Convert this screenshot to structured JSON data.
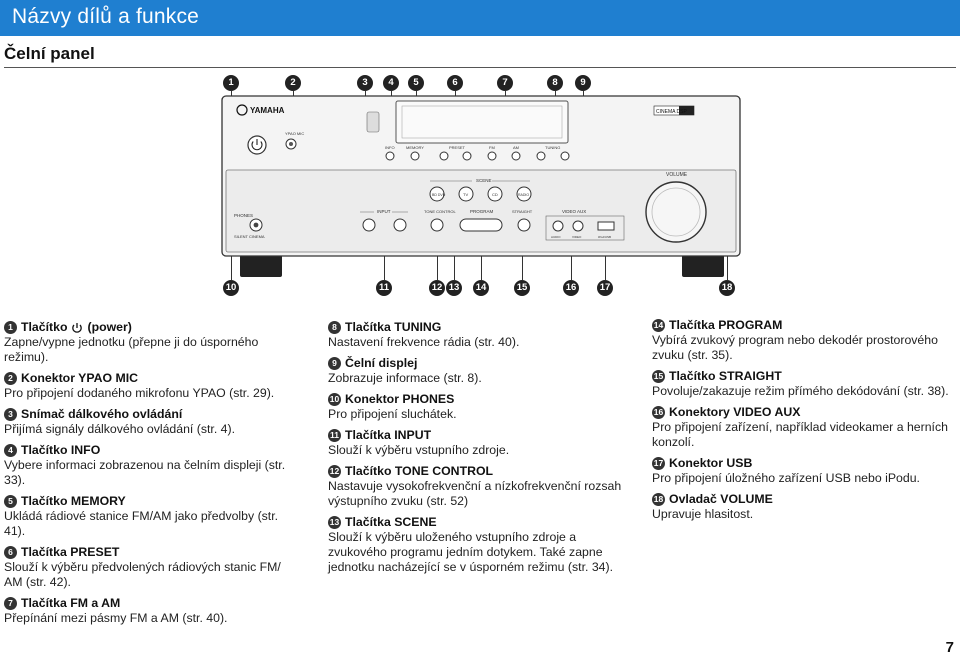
{
  "header": {
    "title": "Názvy dílů a funkce"
  },
  "section": {
    "title": "Čelní panel"
  },
  "callouts_top": [
    "1",
    "2",
    "3",
    "4",
    "5",
    "6",
    "7",
    "8",
    "9"
  ],
  "callouts_bottom": [
    "10",
    "11",
    "12",
    "13",
    "14",
    "15",
    "16",
    "17",
    "18"
  ],
  "panel_labels": {
    "brand": "YAMAHA",
    "ypao": "YPAO MIC",
    "info": "INFO",
    "memory": "MEMORY",
    "preset": "PRESET",
    "fm": "FM",
    "am": "AM",
    "tuning": "TUNING",
    "scene": "SCENE",
    "scene_bd": "BD DVD",
    "scene_tv": "TV",
    "scene_cd": "CD",
    "scene_radio": "RADIO",
    "volume": "VOLUME",
    "phones": "PHONES",
    "silent": "SILENT CINEMA",
    "input": "INPUT",
    "tone": "TONE CONTROL",
    "program": "PROGRAM",
    "straight": "STRAIGHT",
    "video_aux": "VIDEO AUX",
    "audio": "AUDIO",
    "video": "VIDEO",
    "usb": "iPod/USB",
    "cinema_dsp": "CINEMA DSP"
  },
  "columns": {
    "left": [
      {
        "num": "1",
        "title": "Tlačítko",
        "title_suffix": "(power)",
        "body": "Zapne/vypne jednotku (přepne ji do úsporného režimu).",
        "power": true
      },
      {
        "num": "2",
        "title": "Konektor YPAO MIC",
        "body": "Pro připojení dodaného mikrofonu YPAO (str. 29)."
      },
      {
        "num": "3",
        "title": "Snímač dálkového ovládání",
        "body": "Přijímá signály dálkového ovládání (str. 4)."
      },
      {
        "num": "4",
        "title": "Tlačítko INFO",
        "body": "Vybere informaci zobrazenou na čelním displeji (str. 33)."
      },
      {
        "num": "5",
        "title": "Tlačítko MEMORY",
        "body": "Ukládá rádiové stanice FM/AM jako předvolby (str. 41)."
      },
      {
        "num": "6",
        "title": "Tlačítka PRESET",
        "body": "Slouží k výběru předvolených rádiových stanic FM/ AM (str. 42)."
      },
      {
        "num": "7",
        "title": "Tlačítka FM a AM",
        "body": "Přepínání mezi pásmy FM a AM (str. 40)."
      }
    ],
    "middle": [
      {
        "num": "8",
        "title": "Tlačítka TUNING",
        "body": "Nastavení frekvence rádia (str. 40)."
      },
      {
        "num": "9",
        "title": "Čelní displej",
        "body": "Zobrazuje informace (str. 8)."
      },
      {
        "num": "10",
        "title": "Konektor PHONES",
        "body": "Pro připojení sluchátek."
      },
      {
        "num": "11",
        "title": "Tlačítka INPUT",
        "body": "Slouží k výběru vstupního zdroje."
      },
      {
        "num": "12",
        "title": "Tlačítko TONE CONTROL",
        "body": "Nastavuje vysokofrekvenční a nízkofrekvenční rozsah výstupního zvuku (str. 52)"
      },
      {
        "num": "13",
        "title": "Tlačítka SCENE",
        "body": "Slouží k výběru uloženého vstupního zdroje a zvukového programu jedním dotykem. Také zapne jednotku nacházející se v úsporném režimu (str. 34)."
      }
    ],
    "right": [
      {
        "num": "14",
        "title": "Tlačítka PROGRAM",
        "body": "Vybírá zvukový program nebo dekodér prostorového zvuku (str. 35)."
      },
      {
        "num": "15",
        "title": "Tlačítko STRAIGHT",
        "body": "Povoluje/zakazuje režim přímého dekódování (str. 38)."
      },
      {
        "num": "16",
        "title": "Konektory VIDEO AUX",
        "body": "Pro připojení zařízení, například videokamer a herních konzolí."
      },
      {
        "num": "17",
        "title": "Konektor USB",
        "body": "Pro připojení úložného zařízení USB nebo iPodu."
      },
      {
        "num": "18",
        "title": "Ovladač VOLUME",
        "body": "Upravuje hlasitost."
      }
    ]
  },
  "page_number": "7"
}
